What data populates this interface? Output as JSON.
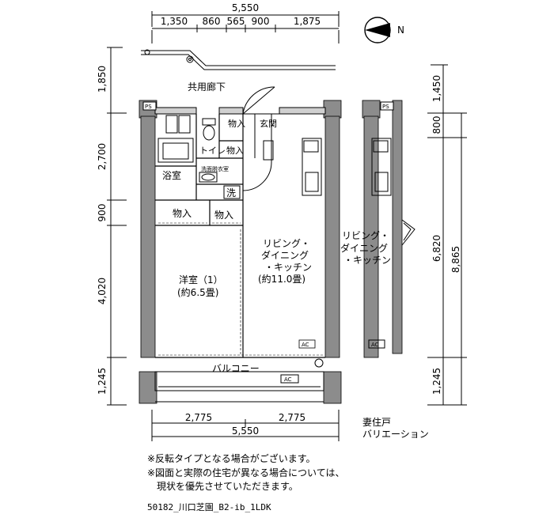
{
  "dimensions": {
    "top_total": "5,550",
    "top_segments": [
      "1,350",
      "860",
      "565",
      "900",
      "1,875"
    ],
    "bottom_segments": [
      "2,775",
      "2,775"
    ],
    "bottom_total": "5,550",
    "left": [
      "1,850",
      "2,700",
      "900",
      "4,020",
      "1,245"
    ],
    "right_inner": [
      "1,450",
      "800",
      "6,820",
      "1,245"
    ],
    "right_outer": "8,865"
  },
  "compass": {
    "label": "N"
  },
  "rooms": {
    "corridor": "共用廊下",
    "entrance": "玄関",
    "closet": "物入",
    "toilet": "トイレ",
    "bath": "浴室",
    "washroom": "洗面脱衣室",
    "washer": "洗",
    "storage": "物入",
    "ldk_lines": [
      "リビング・",
      "ダイニング",
      "・キッチン",
      "(約11.0畳)"
    ],
    "western_lines": [
      "洋室（1）",
      "(約6.5畳)"
    ],
    "balcony": "バルコニー",
    "ps": "PS",
    "ac": "AC"
  },
  "variation": {
    "title": "妻住戸",
    "subtitle": "バリエーション",
    "ldk_lines": [
      "リビング・",
      "ダイニング",
      "・キッチン"
    ]
  },
  "notes": [
    "※反転タイプとなる場合がございます。",
    "※図面と実際の住宅が異なる場合については、",
    "現状を優先させていただきます。"
  ],
  "plan_code": "50182_川口芝園_B2-ib_1LDK"
}
